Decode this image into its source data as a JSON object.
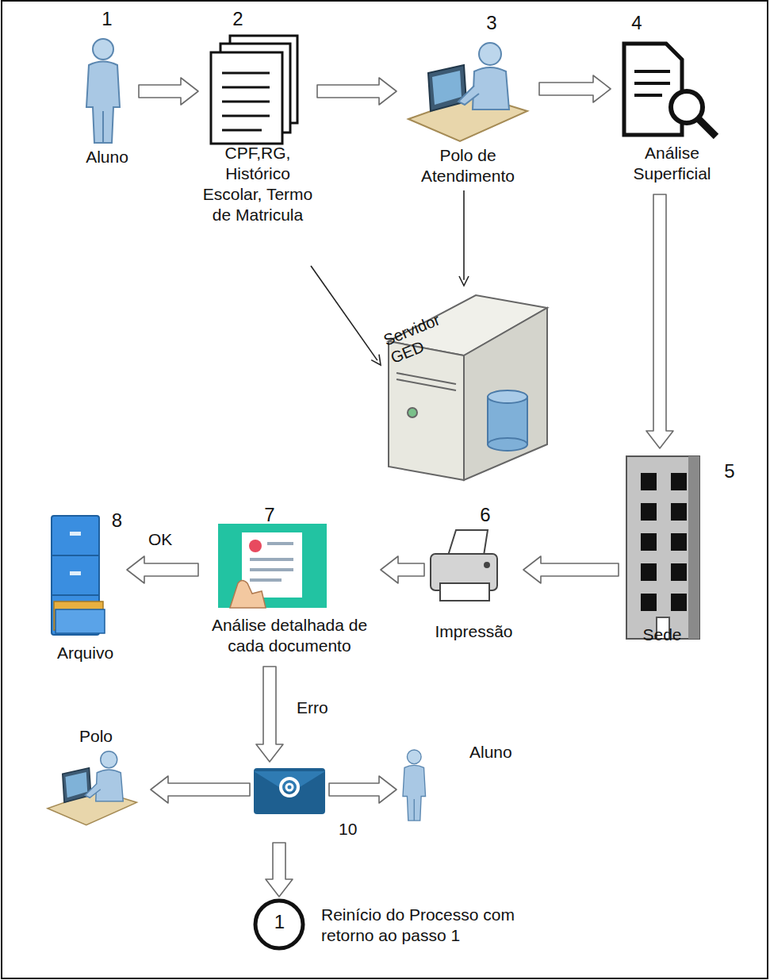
{
  "diagram": {
    "nodes": [
      {
        "text": [
          "1",
          "Aluno"
        ]
      },
      {
        "text": [
          "2",
          "CPF,RG, Histórico Escolar, Termo de Matricula"
        ]
      },
      {
        "text": [
          "3",
          "Polo de Atendimento"
        ]
      },
      {
        "text": [
          "4",
          "Análise Superficial"
        ]
      },
      {
        "text": [
          "Servidor GED"
        ]
      },
      {
        "text": [
          "5",
          "Sede"
        ]
      },
      {
        "text": [
          "6",
          "Impressão"
        ]
      },
      {
        "text": [
          "7",
          "Análise detalhada de cada documento"
        ]
      },
      {
        "text": [
          "8",
          "Arquivo"
        ]
      },
      {
        "text": [
          "10"
        ]
      },
      {
        "text": [
          "Polo"
        ]
      },
      {
        "text": [
          "Aluno"
        ]
      },
      {
        "text": [
          "1",
          "Reinício do Processo com retorno ao passo 1"
        ]
      }
    ],
    "edges": [
      {
        "from": 0,
        "to": 1,
        "arrow": "to"
      },
      {
        "from": 1,
        "to": 2,
        "arrow": "to"
      },
      {
        "from": 2,
        "to": 3,
        "arrow": "to"
      },
      {
        "from": 2,
        "to": 4,
        "arrow": "to"
      },
      {
        "from": 1,
        "to": 4,
        "arrow": "to"
      },
      {
        "from": 3,
        "to": 5,
        "arrow": "to"
      },
      {
        "from": 5,
        "to": 6,
        "arrow": "to"
      },
      {
        "from": 6,
        "to": 7,
        "arrow": "to"
      },
      {
        "from": 7,
        "to": 8,
        "label": "OK",
        "arrow": "to"
      },
      {
        "from": 7,
        "to": 9,
        "label": "Erro",
        "arrow": "to"
      },
      {
        "from": 9,
        "to": 10,
        "arrow": "to"
      },
      {
        "from": 9,
        "to": 11,
        "arrow": "to"
      },
      {
        "from": 9,
        "to": 12,
        "arrow": "to"
      }
    ]
  }
}
